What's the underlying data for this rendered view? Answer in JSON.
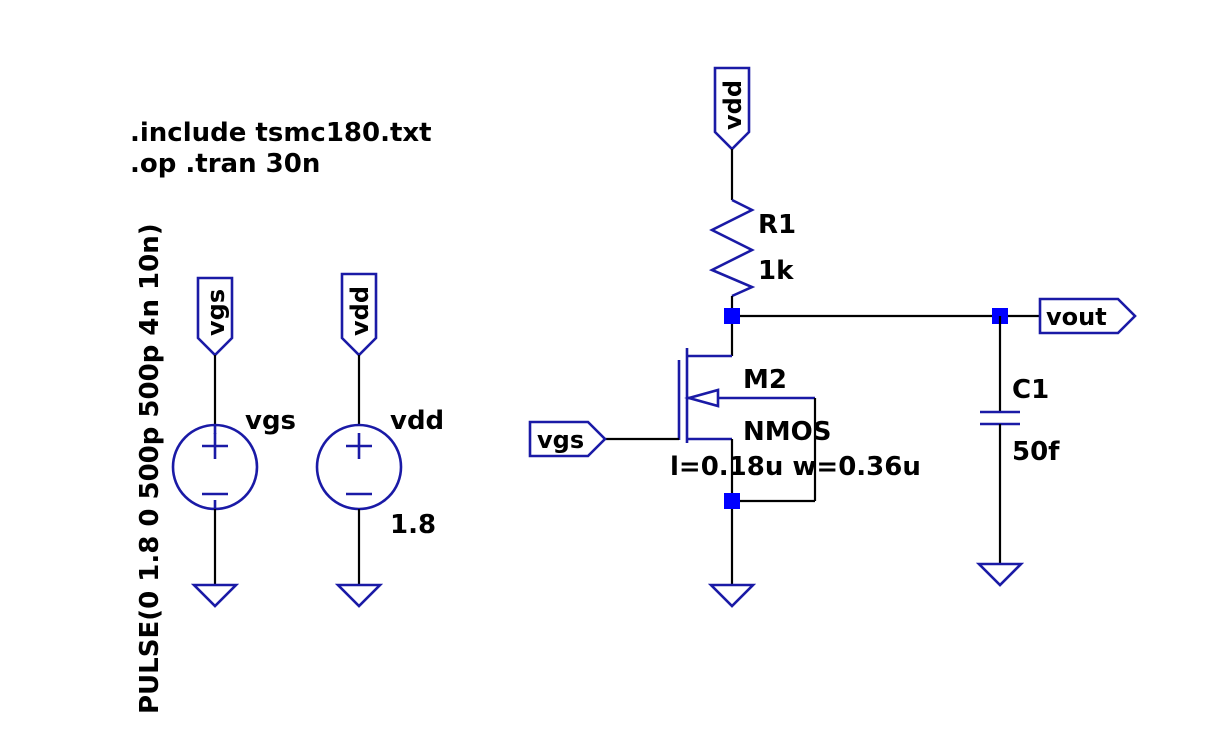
{
  "directives": {
    "line1": ".include tsmc180.txt",
    "line2": ".op   .tran 30n"
  },
  "sources": {
    "vgs": {
      "name": "vgs",
      "value": "PULSE(0 1.8 0 500p 500p 4n 10n)",
      "net": "vgs"
    },
    "vdd": {
      "name": "vdd",
      "value": "1.8",
      "net": "vdd"
    }
  },
  "resistor": {
    "name": "R1",
    "value": "1k",
    "net_top": "vdd"
  },
  "mosfet": {
    "name": "M2",
    "model": "NMOS",
    "params": "l=0.18u w=0.36u",
    "gate_net": "vgs"
  },
  "capacitor": {
    "name": "C1",
    "value": "50f"
  },
  "output": {
    "net": "vout"
  },
  "colors": {
    "component": "#1a1aa6",
    "wire": "#000000",
    "junction": "#0000ff",
    "background": "#ffffff"
  }
}
